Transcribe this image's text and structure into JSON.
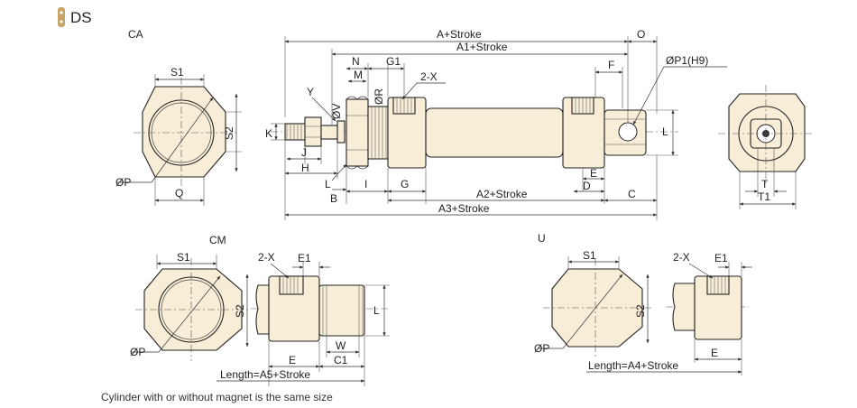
{
  "header": {
    "model": "DS",
    "accent": "#c9a46a"
  },
  "views": {
    "ca": {
      "label": "CA"
    },
    "cm": {
      "label": "CM"
    },
    "u": {
      "label": "U"
    }
  },
  "dims": {
    "a_stroke": "A+Stroke",
    "a1_stroke": "A1+Stroke",
    "a2_stroke": "A2+Stroke",
    "a3_stroke": "A3+Stroke",
    "o": "O",
    "n": "N",
    "g1": "G1",
    "m": "M",
    "two_x": "2-X",
    "y": "Y",
    "phi_v": "ØV",
    "phi_r": "ØR",
    "f": "F",
    "phi_p1": "ØP1(H9)",
    "k": "K",
    "j": "J",
    "h": "H",
    "l": "L",
    "b": "B",
    "i": "I",
    "g": "G",
    "d": "D",
    "e": "E",
    "c": "C",
    "s1": "S1",
    "s2": "S2",
    "phi_p": "ØP",
    "q": "Q",
    "t": "T",
    "t1": "T1",
    "e1": "E1",
    "w": "W",
    "c1": "C1",
    "length_a5": "Length=A5+Stroke",
    "length_a4": "Length=A4+Stroke"
  },
  "footer": {
    "note": "Cylinder with or without magnet is the same size"
  }
}
